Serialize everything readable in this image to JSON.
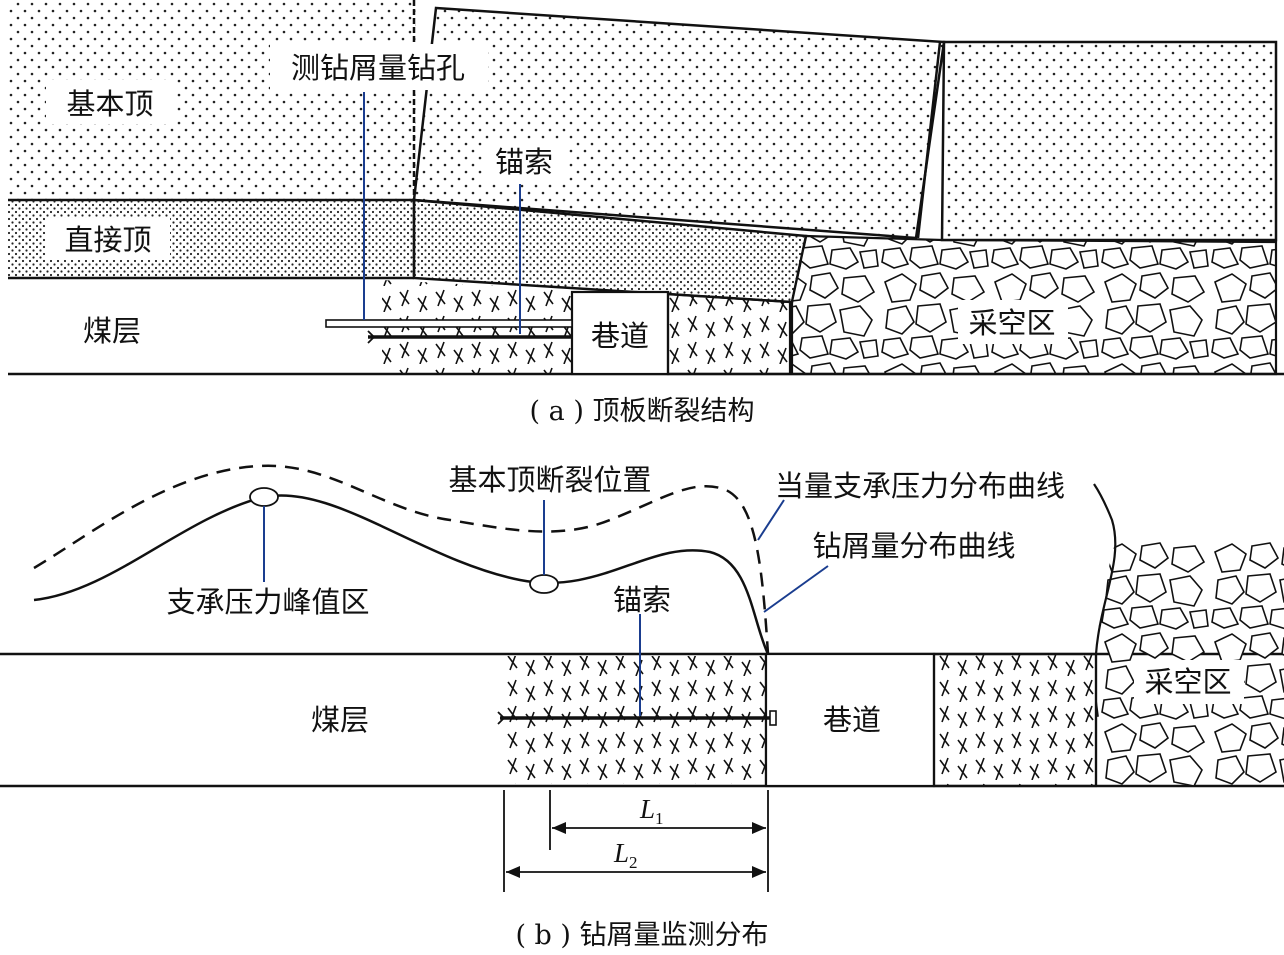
{
  "part_a": {
    "labels": {
      "main_roof": "基本顶",
      "immediate_roof": "直接顶",
      "coal_seam": "煤层",
      "roadway": "巷道",
      "goaf": "采空区",
      "borehole": "测钻屑量钻孔",
      "anchor_cable": "锚索"
    },
    "caption": "( a ) 顶板断裂结构"
  },
  "part_b": {
    "labels": {
      "equiv_stress_curve": "当量支承压力分布曲线",
      "drill_cuttings_curve": "钻屑量分布曲线",
      "fracture_position": "基本顶断裂位置",
      "peak_zone": "支承压力峰值区",
      "anchor_cable": "锚索",
      "coal_seam": "煤层",
      "roadway": "巷道",
      "goaf": "采空区",
      "dim_l1": "L",
      "dim_l1_sub": "1",
      "dim_l2": "L",
      "dim_l2_sub": "2"
    },
    "caption": "( b ) 钻屑量监测分布"
  },
  "colors": {
    "stroke": "#111111",
    "leader": "#1a3d8f",
    "background": "#ffffff"
  }
}
